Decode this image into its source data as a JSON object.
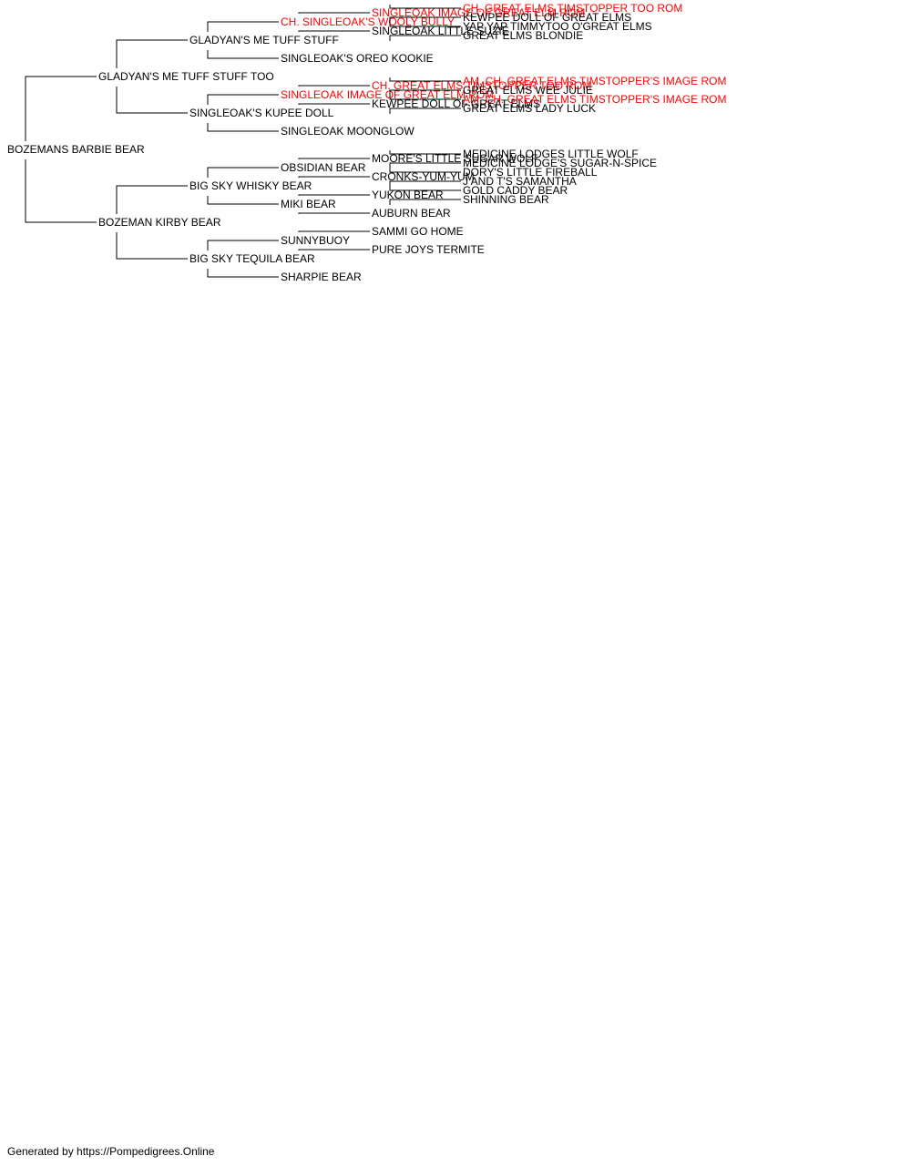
{
  "colors": {
    "normal": "#000000",
    "highlight": "#ff0000",
    "line": "#000000"
  },
  "pedigree": {
    "name": "BOZEMANS BARBIE BEAR",
    "sire": {
      "name": "GLADYAN'S ME TUFF STUFF TOO",
      "sire": {
        "name": "GLADYAN'S ME TUFF STUFF",
        "sire": {
          "name": "CH. SINGLEOAK'S WOOLY BULLY",
          "highlight": true,
          "sire": {
            "name": "SINGLEOAK IMAGE OF GREAT ELM ROM",
            "highlight": true,
            "sire": {
              "name": "CH. GREAT ELMS TIMSTOPPER TOO ROM",
              "highlight": true
            },
            "dam": {
              "name": "KEWPEE DOLL OF GREAT ELMS"
            }
          },
          "dam": {
            "name": "SINGLEOAK LITTLE SUZIE",
            "sire": {
              "name": "YAP YAP TIMMYTOO O'GREAT ELMS"
            },
            "dam": {
              "name": "GREAT ELMS BLONDIE"
            }
          }
        },
        "dam": {
          "name": "SINGLEOAK'S OREO KOOKIE"
        }
      },
      "dam": {
        "name": "SINGLEOAK'S KUPEE DOLL",
        "sire": {
          "name": "SINGLEOAK IMAGE OF GREAT ELM ROM",
          "highlight": true,
          "sire": {
            "name": "CH. GREAT ELMS TIMSTOPPER TOO ROM",
            "highlight": true,
            "sire": {
              "name": "AM. CH. GREAT ELMS TIMSTOPPER'S IMAGE ROM",
              "highlight": true
            },
            "dam": {
              "name": "GREAT ELMS WEE JULIE"
            }
          },
          "dam": {
            "name": "KEWPEE DOLL OF GREAT ELMS",
            "sire": {
              "name": "AM. CH. GREAT ELMS TIMSTOPPER'S IMAGE ROM",
              "highlight": true
            },
            "dam": {
              "name": "GREAT ELMS LADY LUCK"
            }
          }
        },
        "dam": {
          "name": "SINGLEOAK MOONGLOW"
        }
      }
    },
    "dam": {
      "name": "BOZEMAN KIRBY BEAR",
      "sire": {
        "name": "BIG SKY WHISKY BEAR",
        "sire": {
          "name": "OBSIDIAN BEAR",
          "sire": {
            "name": "MOORE'S LITTLE SUGAR WOLF",
            "sire": {
              "name": "MEDICINE LODGES LITTLE WOLF"
            },
            "dam": {
              "name": "MEDICINE LODGE'S SUGAR-N-SPICE"
            }
          },
          "dam": {
            "name": "CRONKS-YUM-YUM",
            "sire": {
              "name": "DORY'S LITTLE FIREBALL"
            },
            "dam": {
              "name": "J AND T'S SAMANTHA"
            }
          }
        },
        "dam": {
          "name": "MIKI BEAR",
          "sire": {
            "name": "YUKON BEAR",
            "sire": {
              "name": "GOLD CADDY BEAR"
            },
            "dam": {
              "name": "SHINNING BEAR"
            }
          },
          "dam": {
            "name": "AUBURN BEAR"
          }
        }
      },
      "dam": {
        "name": "BIG SKY TEQUILA BEAR",
        "sire": {
          "name": "SUNNYBUOY",
          "sire": {
            "name": "SAMMI GO HOME"
          },
          "dam": {
            "name": "PURE JOYS TERMITE"
          }
        },
        "dam": {
          "name": "SHARPIE BEAR"
        }
      }
    }
  },
  "footer": {
    "text": "Generated by https://Pompedigrees.Online"
  }
}
